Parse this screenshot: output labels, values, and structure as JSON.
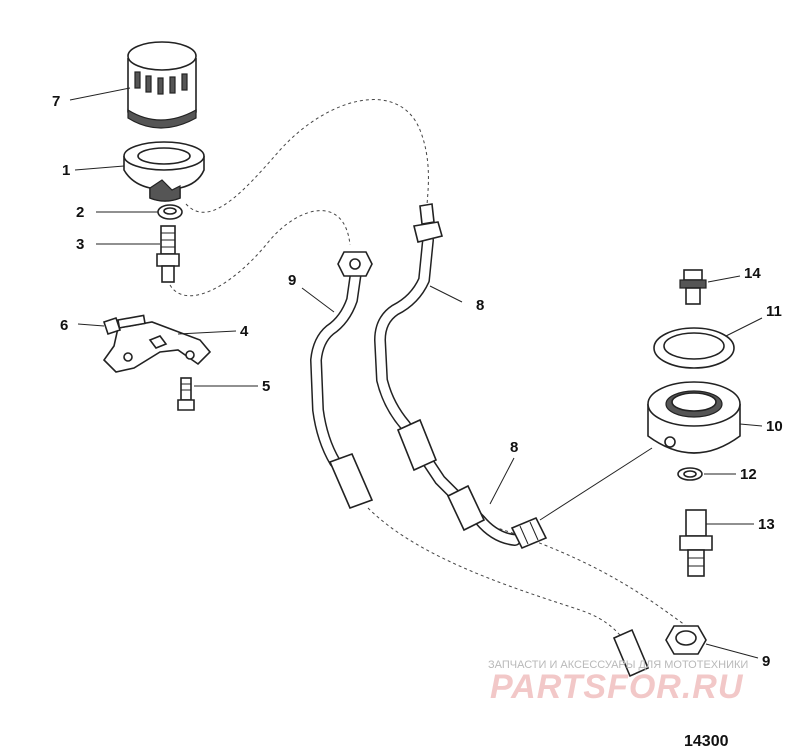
{
  "diagram": {
    "callouts": {
      "c1": "1",
      "c2": "2",
      "c3": "3",
      "c4": "4",
      "c5": "5",
      "c6": "6",
      "c7": "7",
      "c8a": "8",
      "c8b": "8",
      "c9a": "9",
      "c9b": "9",
      "c10": "10",
      "c11": "11",
      "c12": "12",
      "c13": "13",
      "c14": "14"
    },
    "figure_number": "14300"
  },
  "watermark": {
    "line": "ЗАПЧАСТИ И АКСЕССУАРЫ ДЛЯ МОТОТЕХНИКИ",
    "logo": "PARTSFOR.RU"
  }
}
